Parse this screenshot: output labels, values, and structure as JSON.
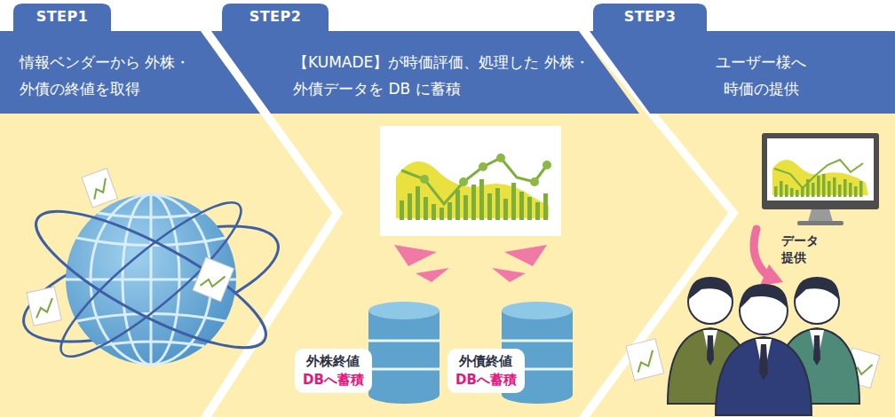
{
  "diagram": {
    "nodes": [
      {
        "text": [
          "STEP1",
          "情報ベンダーから 外株・外債の終値を取得"
        ]
      },
      {
        "text": [
          "STEP2",
          "【KUMADE】が時価評価、処理した 外株・外債データを DB に蓄積"
        ]
      },
      {
        "text": [
          "STEP3",
          "ユーザー様へ 時価の提供"
        ]
      },
      {
        "text": [
          "外株終値",
          "DBへ蓄積"
        ],
        "in": 1
      },
      {
        "text": [
          "外債終値",
          "DBへ蓄積"
        ],
        "in": 1
      }
    ],
    "labels": [
      "データ 提供"
    ]
  }
}
